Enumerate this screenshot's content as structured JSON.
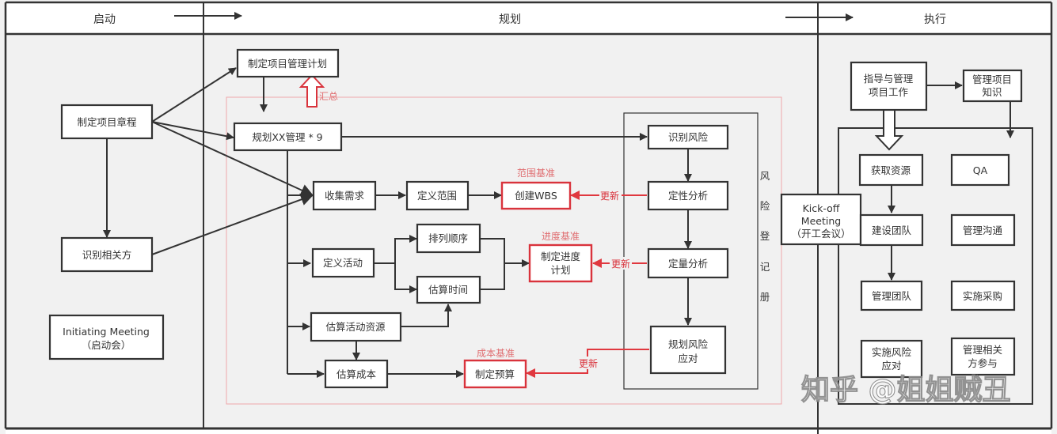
{
  "phases": {
    "initiating": "启动",
    "planning": "规划",
    "executing": "执行"
  },
  "initiating": {
    "charter": "制定项目章程",
    "stakeholders": "识别相关方",
    "meeting_line1": "Initiating Meeting",
    "meeting_line2": "（启动会）"
  },
  "planning": {
    "pm_plan": "制定项目管理计划",
    "summary_label": "汇总",
    "plan_xx": "规划XX管理 * 9",
    "collect_requirements": "收集需求",
    "define_scope": "定义范围",
    "create_wbs": "创建WBS",
    "scope_baseline": "范围基准",
    "define_activities": "定义活动",
    "sequence_activities": "排列顺序",
    "estimate_durations": "估算时间",
    "develop_schedule_line1": "制定进度",
    "develop_schedule_line2": "计划",
    "schedule_baseline": "进度基准",
    "estimate_resources": "估算活动资源",
    "estimate_costs": "估算成本",
    "determine_budget": "制定预算",
    "cost_baseline": "成本基准",
    "identify_risks": "识别风险",
    "qualitative_analysis": "定性分析",
    "quantitative_analysis": "定量分析",
    "plan_risk_response_line1": "规划风险",
    "plan_risk_response_line2": "应对",
    "risk_register_chars": [
      "风",
      "险",
      "登",
      "记",
      "册"
    ],
    "update_label": "更新"
  },
  "kickoff": {
    "line1": "Kick-off",
    "line2": "Meeting",
    "line3": "（开工会议）"
  },
  "executing": {
    "direct_manage_line1": "指导与管理",
    "direct_manage_line2": "项目工作",
    "manage_knowledge_line1": "管理项目",
    "manage_knowledge_line2": "知识",
    "acquire_resources": "获取资源",
    "qa": "QA",
    "develop_team": "建设团队",
    "manage_communications": "管理沟通",
    "manage_team": "管理团队",
    "conduct_procurements": "实施采购",
    "implement_risk_line1": "实施风险",
    "implement_risk_line2": "应对",
    "manage_stakeholder_line1": "管理相关",
    "manage_stakeholder_line2": "方参与"
  },
  "watermark": "知乎 @姐姐贼丑",
  "colors": {
    "border": "#333333",
    "background": "#f1f1f1",
    "accent_red": "#d9333c",
    "baseline_label": "#e06d70"
  }
}
